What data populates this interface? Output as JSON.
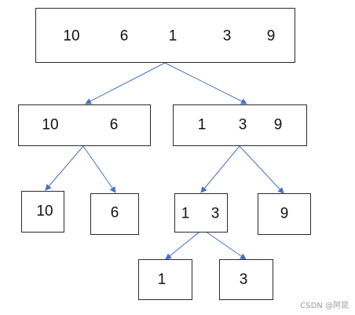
{
  "root": [
    "10",
    "6",
    "1",
    "3",
    "9"
  ],
  "level1": {
    "left": [
      "10",
      "6"
    ],
    "right": [
      "1",
      "3",
      "9"
    ]
  },
  "level2": {
    "a": [
      "10"
    ],
    "b": [
      "6"
    ],
    "c": [
      "1",
      "3"
    ],
    "d": [
      "9"
    ]
  },
  "level3": {
    "a": [
      "1"
    ],
    "b": [
      "3"
    ]
  },
  "watermark": "CSDN @阿昆",
  "colors": {
    "arrow": "#4472c4",
    "border": "#2a2a2a"
  }
}
